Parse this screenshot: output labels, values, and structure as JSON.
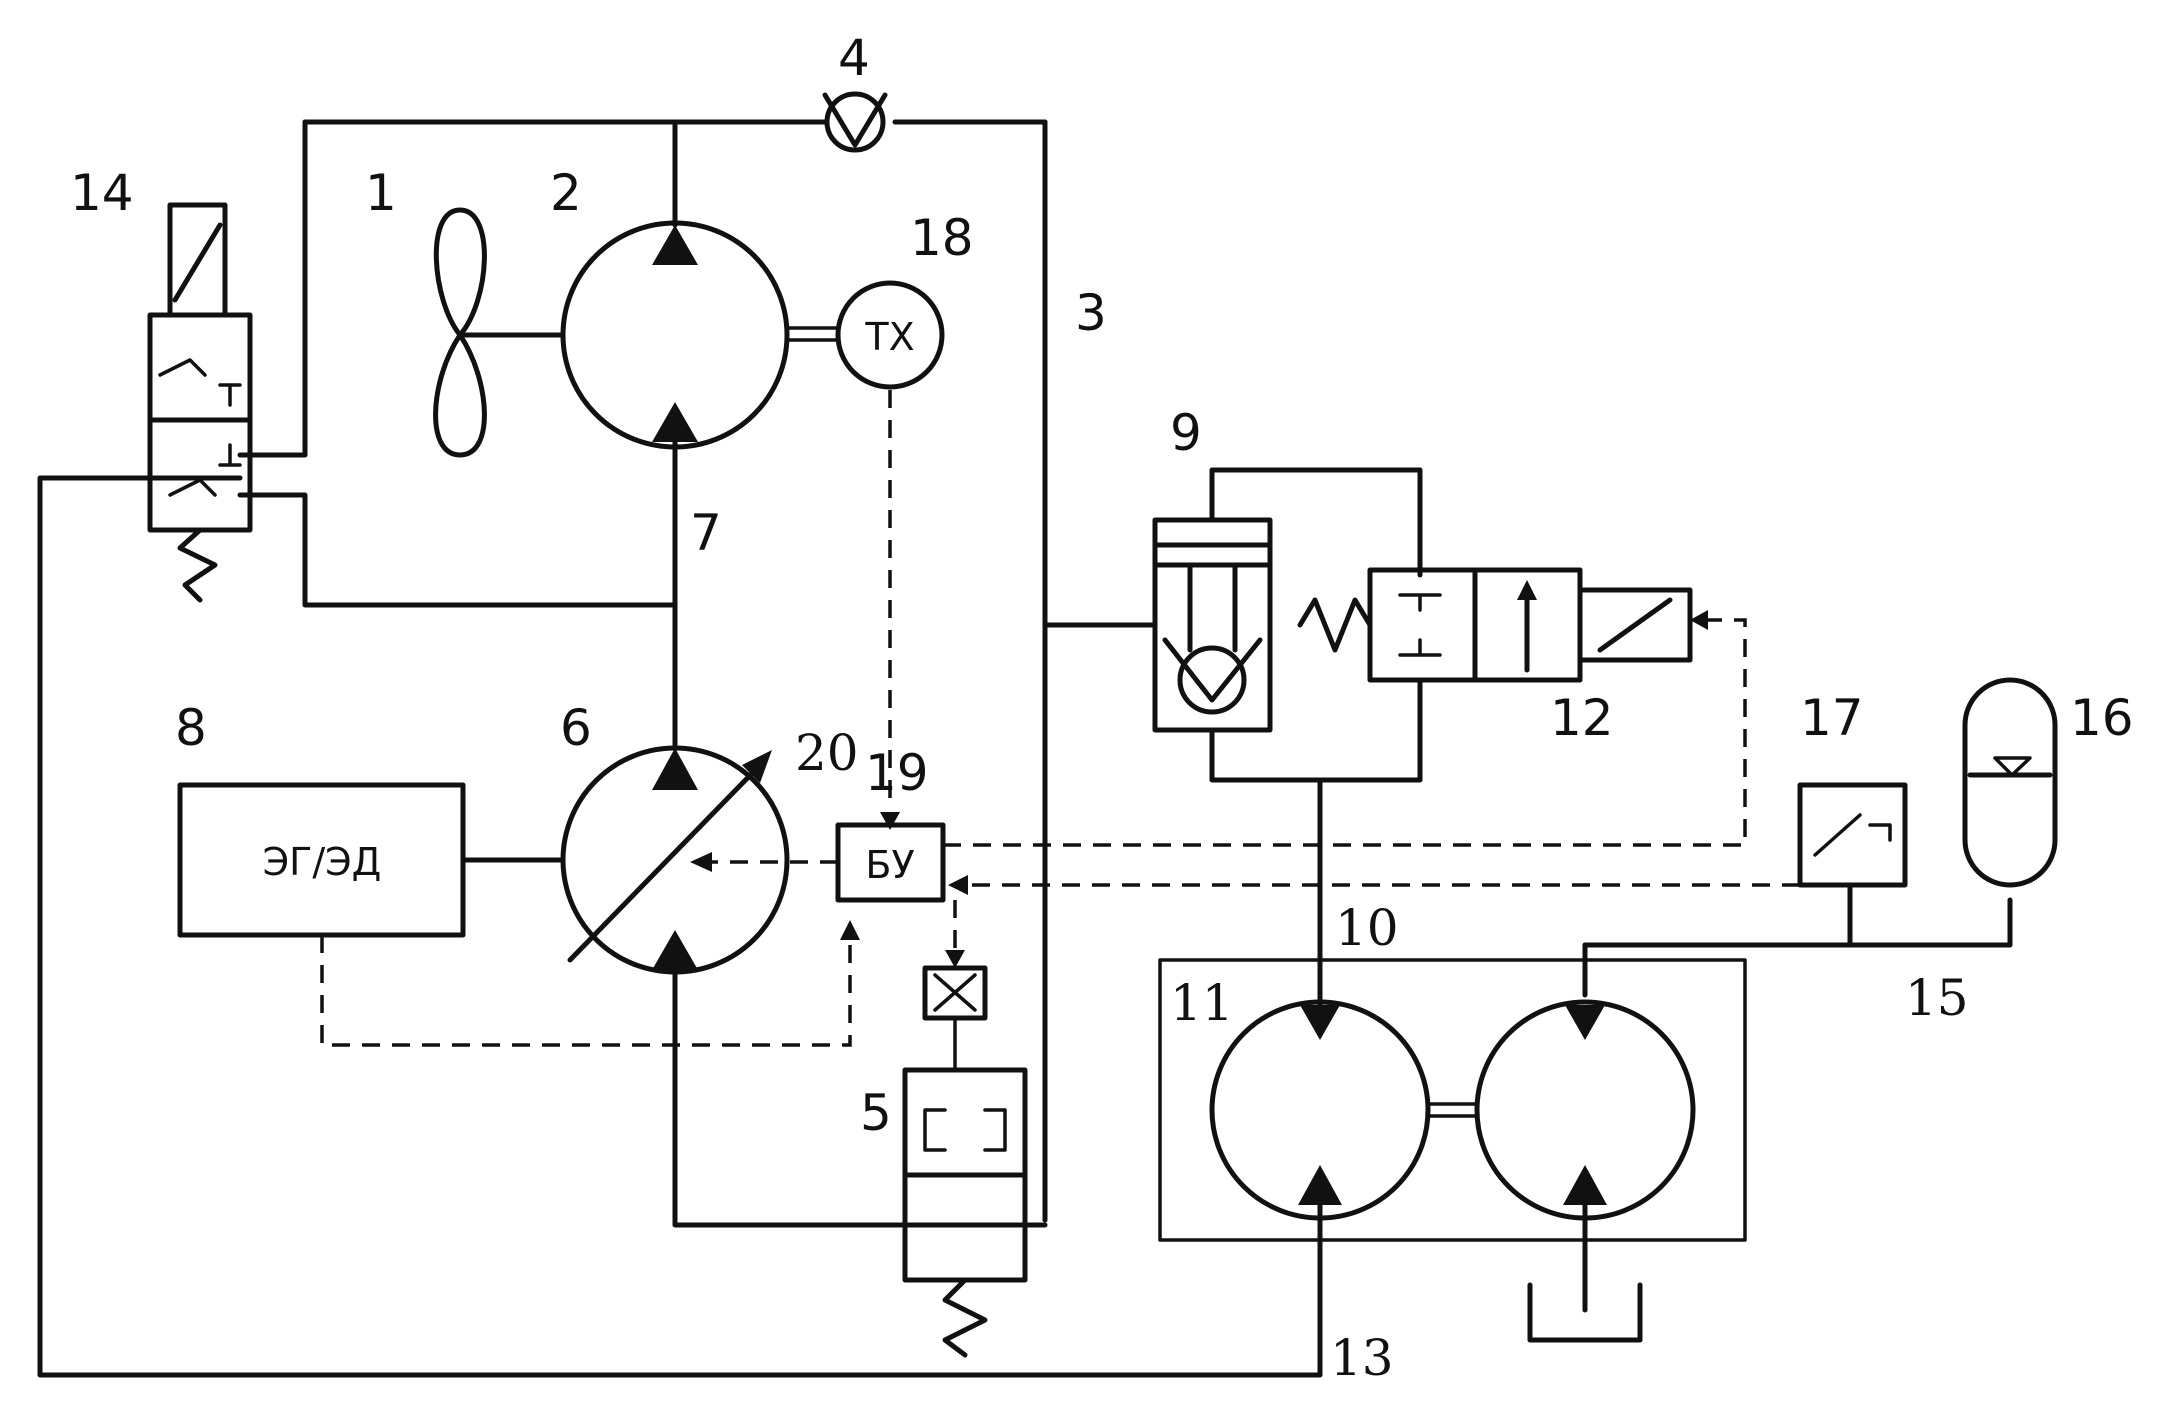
{
  "labels": {
    "n1": "1",
    "n2": "2",
    "n3": "3",
    "n4": "4",
    "n5": "5",
    "n6": "6",
    "n7": "7",
    "n8": "8",
    "n9": "9",
    "n10": "10",
    "n11": "11",
    "n12": "12",
    "n13": "13",
    "n14": "14",
    "n15": "15",
    "n16": "16",
    "n17": "17",
    "n18": "18",
    "n19": "19",
    "n20": "20"
  },
  "blocks": {
    "drive_box": "ЭГ/ЭД",
    "control_unit": "БУ",
    "tacho": "ТХ"
  }
}
